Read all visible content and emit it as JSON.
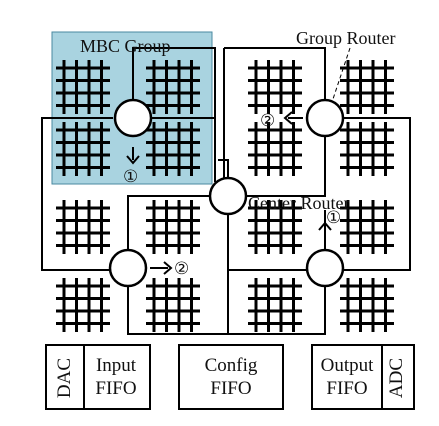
{
  "labels": {
    "mbc_group": "MBC Group",
    "group_router": "Group Router",
    "center_router": "Center Router"
  },
  "markers": {
    "one": "①",
    "two": "②"
  },
  "blocks": {
    "dac": "DAC",
    "input_fifo_line1": "Input",
    "input_fifo_line2": "FIFO",
    "config_fifo_line1": "Config",
    "config_fifo_line2": "FIFO",
    "output_fifo_line1": "Output",
    "output_fifo_line2": "FIFO",
    "adc": "ADC"
  },
  "colors": {
    "mbc_highlight": "#a9d3e0",
    "line": "#000000"
  }
}
